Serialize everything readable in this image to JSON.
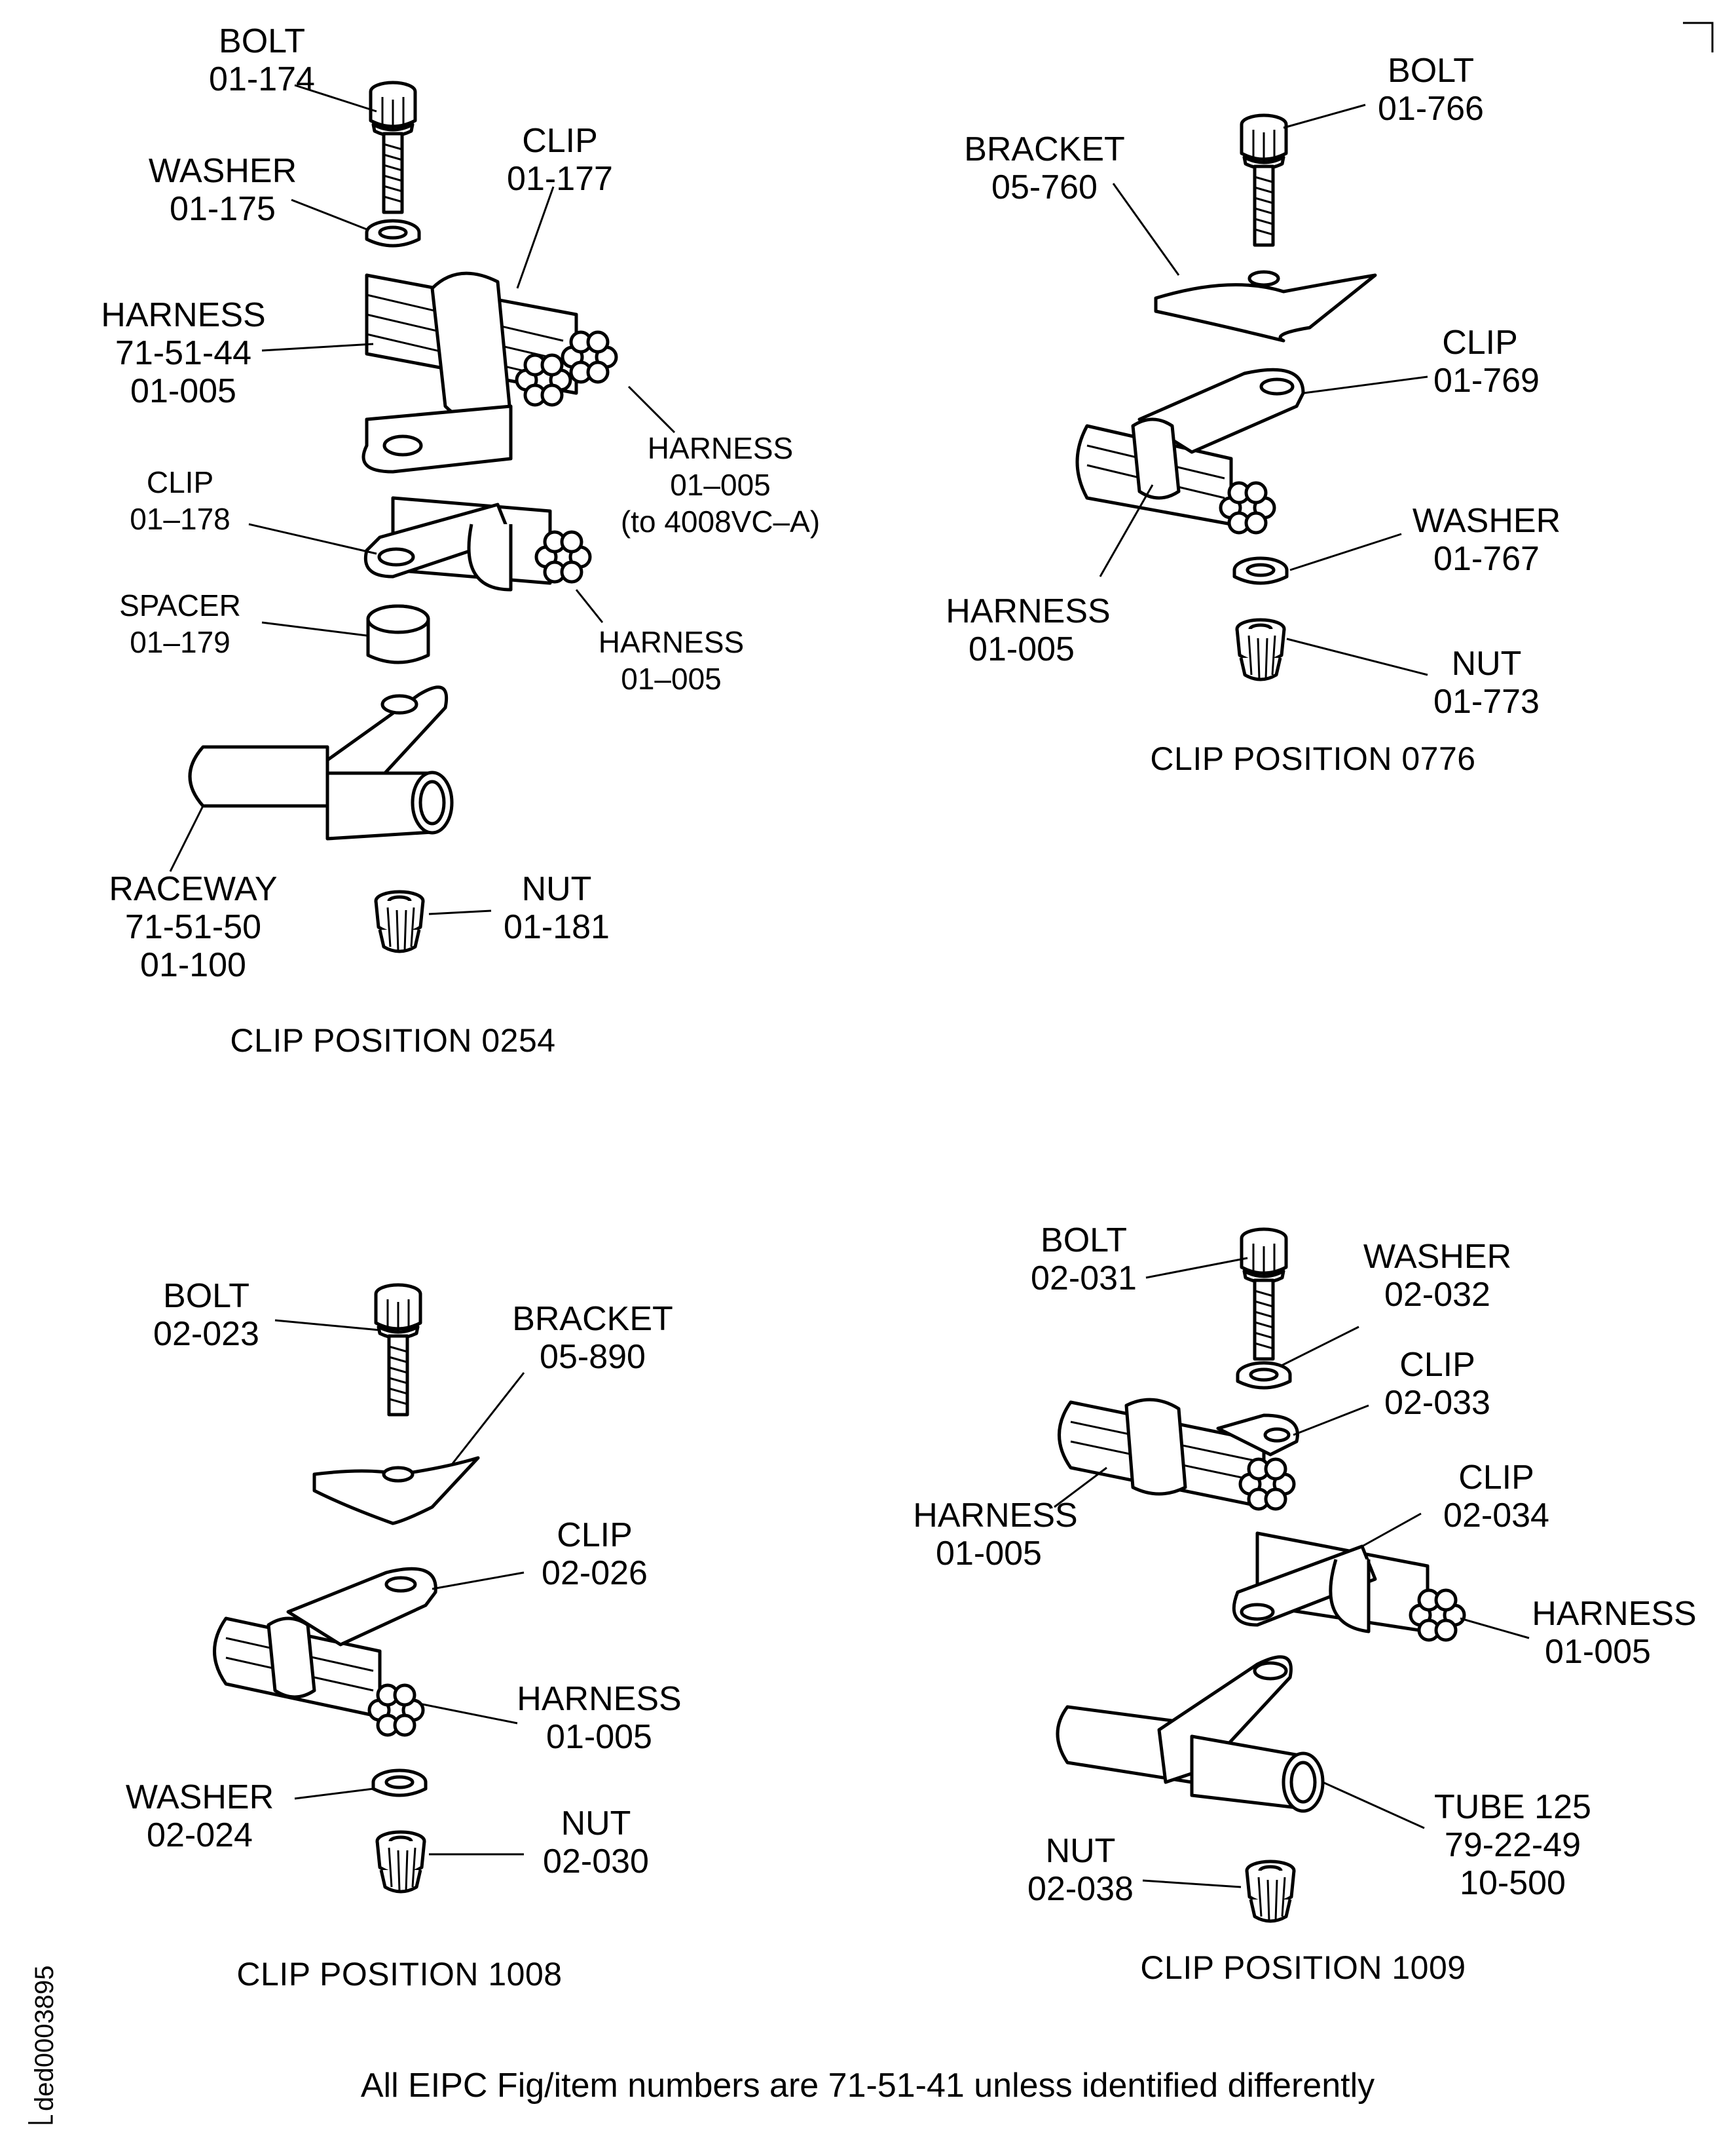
{
  "doc_id": "ded0003895",
  "footer": "All EIPC Fig/item numbers are 71-51-41 unless identified differently",
  "views": {
    "v0254": {
      "caption": "CLIP POSITION 0254",
      "bolt": {
        "name": "BOLT",
        "num": "01-174"
      },
      "washer": {
        "name": "WASHER",
        "num": "01-175"
      },
      "clip1": {
        "name": "CLIP",
        "num": "01-177"
      },
      "harness_a": {
        "name": "HARNESS",
        "num1": "71-51-44",
        "num2": "01-005"
      },
      "harness_b": {
        "name": "HARNESS",
        "num": "01–005",
        "note": "(to 4008VC–A)"
      },
      "clip2": {
        "name": "CLIP",
        "num": "01–178"
      },
      "spacer": {
        "name": "SPACER",
        "num": "01–179"
      },
      "harness_c": {
        "name": "HARNESS",
        "num": "01–005"
      },
      "raceway": {
        "name": "RACEWAY",
        "num1": "71-51-50",
        "num2": "01-100"
      },
      "nut": {
        "name": "NUT",
        "num": "01-181"
      }
    },
    "v0776": {
      "caption": "CLIP POSITION 0776",
      "bolt": {
        "name": "BOLT",
        "num": "01-766"
      },
      "bracket": {
        "name": "BRACKET",
        "num": "05-760"
      },
      "clip": {
        "name": "CLIP",
        "num": "01-769"
      },
      "washer": {
        "name": "WASHER",
        "num": "01-767"
      },
      "harness": {
        "name": "HARNESS",
        "num": "01-005"
      },
      "nut": {
        "name": "NUT",
        "num": "01-773"
      }
    },
    "v1008": {
      "caption": "CLIP POSITION 1008",
      "bolt": {
        "name": "BOLT",
        "num": "02-023"
      },
      "bracket": {
        "name": "BRACKET",
        "num": "05-890"
      },
      "clip": {
        "name": "CLIP",
        "num": "02-026"
      },
      "harness": {
        "name": "HARNESS",
        "num": "01-005"
      },
      "washer": {
        "name": "WASHER",
        "num": "02-024"
      },
      "nut": {
        "name": "NUT",
        "num": "02-030"
      }
    },
    "v1009": {
      "caption": "CLIP POSITION 1009",
      "bolt": {
        "name": "BOLT",
        "num": "02-031"
      },
      "washer": {
        "name": "WASHER",
        "num": "02-032"
      },
      "clip1": {
        "name": "CLIP",
        "num": "02-033"
      },
      "harness_a": {
        "name": "HARNESS",
        "num": "01-005"
      },
      "clip2": {
        "name": "CLIP",
        "num": "02-034"
      },
      "harness_b": {
        "name": "HARNESS",
        "num": "01-005"
      },
      "tube": {
        "name": "TUBE 125",
        "num1": "79-22-49",
        "num2": "10-500"
      },
      "nut": {
        "name": "NUT",
        "num": "02-038"
      }
    }
  }
}
